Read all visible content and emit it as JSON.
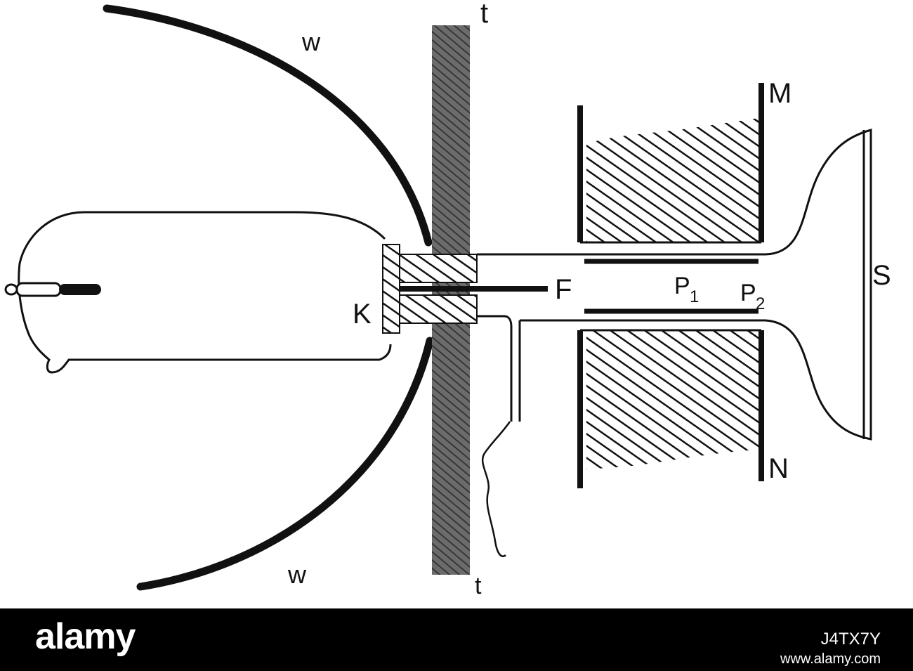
{
  "diagram": {
    "labels": {
      "w_top": "w",
      "w_bottom": "w",
      "t_top": "t",
      "t_bottom": "t",
      "M": "M",
      "N": "N",
      "S": "S",
      "K": "K",
      "F": "F",
      "P1": "P",
      "P1_sub": "1",
      "P2": "P",
      "P2_sub": "2"
    }
  },
  "stock_bar": {
    "logo": "alamy",
    "image_id": "J4TX7Y",
    "url": "www.alamy.com"
  }
}
